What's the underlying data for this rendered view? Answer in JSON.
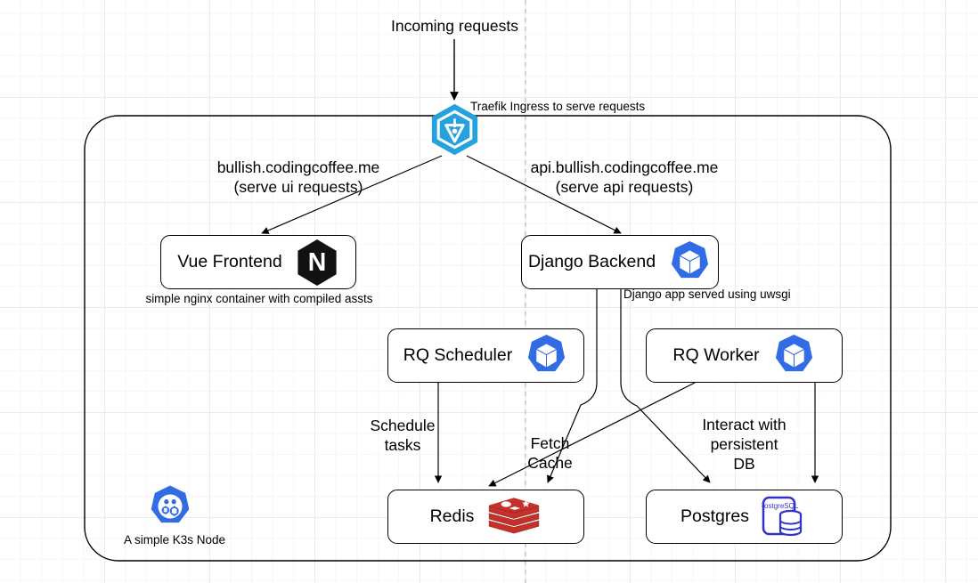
{
  "diagram": {
    "title_text": "Incoming requests",
    "ingress_note": "Traefik Ingress to serve requests",
    "ui_route": "bullish.codingcoffee.me\n(serve ui requests)",
    "api_route": "api.bullish.codingcoffee.me\n(serve api requests)",
    "frontend_note": "simple nginx container with compiled assts",
    "backend_note": "Django app served using uwsgi",
    "node_note": "A simple K3s Node"
  },
  "nodes": {
    "traefik": {
      "name": "traefik-ingress",
      "icon": "traefik-icon"
    },
    "k3s": {
      "name": "k3s-node",
      "icon": "kubernetes-node-icon"
    },
    "frontend": {
      "label": "Vue Frontend",
      "icon": "nginx-icon"
    },
    "backend": {
      "label": "Django Backend",
      "icon": "kubernetes-pod-icon"
    },
    "scheduler": {
      "label": "RQ Scheduler",
      "icon": "kubernetes-pod-icon"
    },
    "worker": {
      "label": "RQ Worker",
      "icon": "kubernetes-pod-icon"
    },
    "redis": {
      "label": "Redis",
      "icon": "redis-icon"
    },
    "postgres": {
      "label": "Postgres",
      "icon": "postgresql-icon"
    }
  },
  "edge_labels": {
    "schedule_tasks": "Schedule\ntasks",
    "fetch_cache": "Fetch\nCache",
    "interact_db": "Interact with\npersistent\nDB"
  },
  "icon_text": {
    "nginx_letter": "N",
    "postgres_wordmark": "PostgreSQL"
  },
  "colors": {
    "traefik_blue": "#24A1DE",
    "kubernetes_blue": "#326CE5",
    "nginx_black": "#111111",
    "redis_red": "#C6302B",
    "postgres_blue": "#3333CC",
    "stroke": "#000000",
    "grid": "#ebebeb"
  }
}
